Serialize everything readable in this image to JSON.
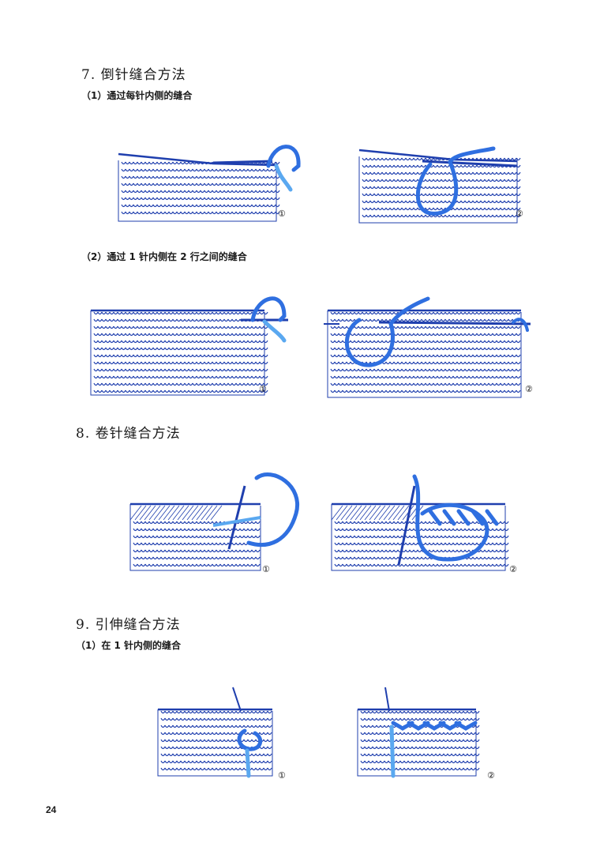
{
  "sections": [
    {
      "heading": "7. 倒针缝合方法",
      "subsections": [
        {
          "label": "（1）通过每针内侧的缝合",
          "figures": [
            "①",
            "②"
          ]
        },
        {
          "label": "（2）通过 1 针内侧在 2 行之间的缝合",
          "figures": [
            "①",
            "②"
          ]
        }
      ]
    },
    {
      "heading": "8. 卷针缝合方法",
      "figures": [
        "①",
        "②"
      ]
    },
    {
      "heading": "9. 引伸缝合方法",
      "subsections": [
        {
          "label": "（1）在 1 针内侧的缝合",
          "figures": [
            "①",
            "②"
          ]
        }
      ]
    }
  ],
  "page_number": "24",
  "colors": {
    "fabric": "#1f3fae",
    "yarn": "#2f6fe0",
    "yarn_light": "#5aa8f0",
    "ink": "#1a1a1a"
  }
}
